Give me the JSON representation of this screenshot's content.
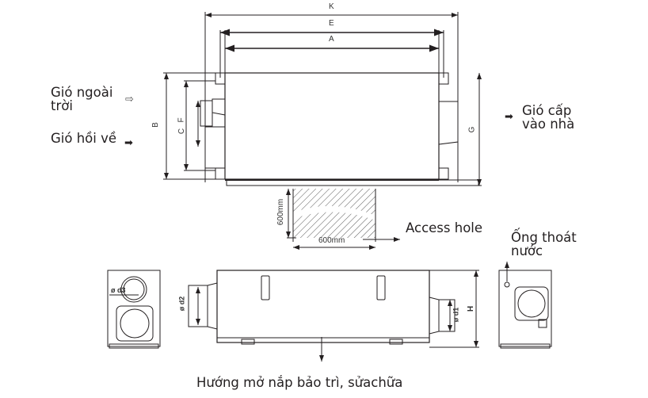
{
  "labels": {
    "outdoor_air": "Gió ngoài",
    "outdoor_air_2": "trời",
    "return_air": "Gió hồi về",
    "supply_air": "Gió cấp",
    "supply_air_2": "vào nhà",
    "access_hole": "Access hole",
    "drain_pipe": "Ống thoát",
    "drain_pipe_2": "nước",
    "maintenance_direction": "Hướng mở nắp bảo trì, sửachữa"
  },
  "dimensions": {
    "K": "K",
    "E": "E",
    "A": "A",
    "B": "B",
    "C": "C",
    "F": "F",
    "G": "G",
    "H": "H",
    "d1": "ø d1",
    "d2": "ø d2",
    "d3": "ø d3",
    "access_w": "600mm",
    "access_h": "600mm"
  },
  "icons": {
    "outdoor_arrow": "hollow-arrow-right",
    "return_arrow": "solid-arrow-right",
    "supply_arrow": "solid-arrow-right"
  },
  "colors": {
    "line": "#231f20",
    "hatch": "#555555",
    "background": "#ffffff"
  }
}
